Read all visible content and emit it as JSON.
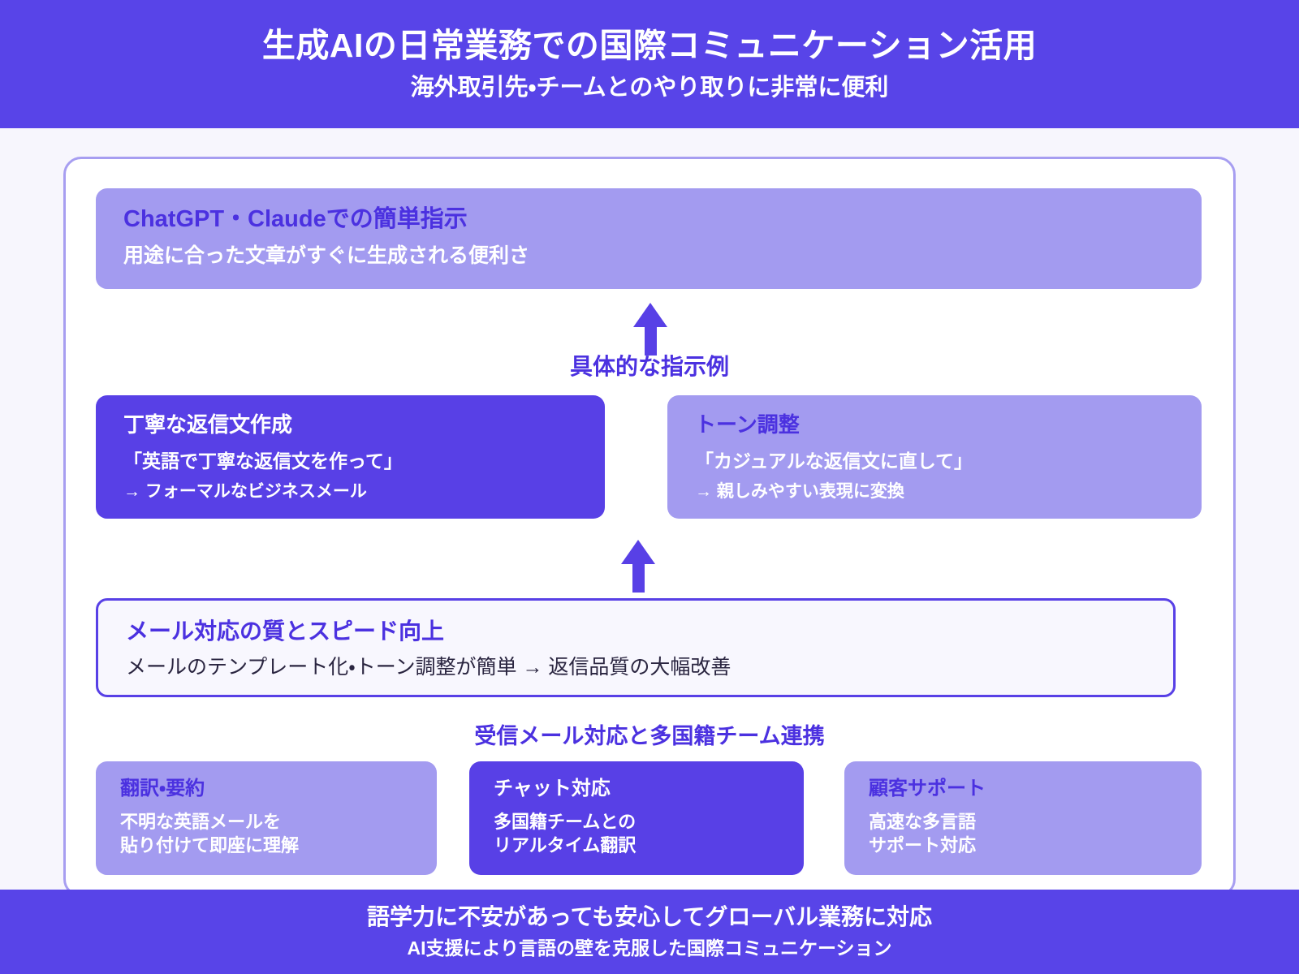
{
  "header": {
    "title": "生成AIの日常業務での国際コミュニケーション活用",
    "subtitle": "海外取引先・チームとのやり取りに非常に便利"
  },
  "top_card": {
    "title": "ChatGPT・Claudeでの簡単指示",
    "line": "用途に合った文章がすぐに生成される便利さ"
  },
  "connector_1": {
    "label": "具体的な指示例",
    "icon": "arrow-up-icon"
  },
  "middle_row": {
    "left": {
      "title": "丁寧な返信文作成",
      "quote": "「英語で丁寧な返信文を作って」",
      "result": "→ フォーマルなビジネスメール"
    },
    "right": {
      "title": "トーン調整",
      "quote": "「カジュアルな返信文に直して」",
      "result": "→ 親しみやすい表現に変換"
    }
  },
  "connector_2": {
    "icon": "arrow-up-icon"
  },
  "outcome_card": {
    "title": "メール対応の質とスピード向上",
    "line": "メールのテンプレート化・トーン調整が簡単 → 返信品質の大幅改善"
  },
  "connector_3": {
    "label": "受信メール対応と多国籍チーム連携"
  },
  "bottom_row": [
    {
      "title": "翻訳・要約",
      "line1": "不明な英語メールを",
      "line2": "貼り付けて即座に理解"
    },
    {
      "title": "チャット対応",
      "line1": "多国籍チームとの",
      "line2": "リアルタイム翻訳"
    },
    {
      "title": "顧客サポート",
      "line1": "高速な多言語",
      "line2": "サポート対応"
    }
  ],
  "footer": {
    "main": "語学力に不安があっても安心してグローバル業務に対応",
    "sub": "AI支援により言語の壁を克服した国際コミュニケーション"
  },
  "colors": {
    "band": "#5844e8",
    "solid_card": "#5840e6",
    "light_card": "#a39bf0",
    "accent_text": "#4b31e0",
    "panel_border": "#a79ef1",
    "page_bg": "#f7f6fd"
  }
}
